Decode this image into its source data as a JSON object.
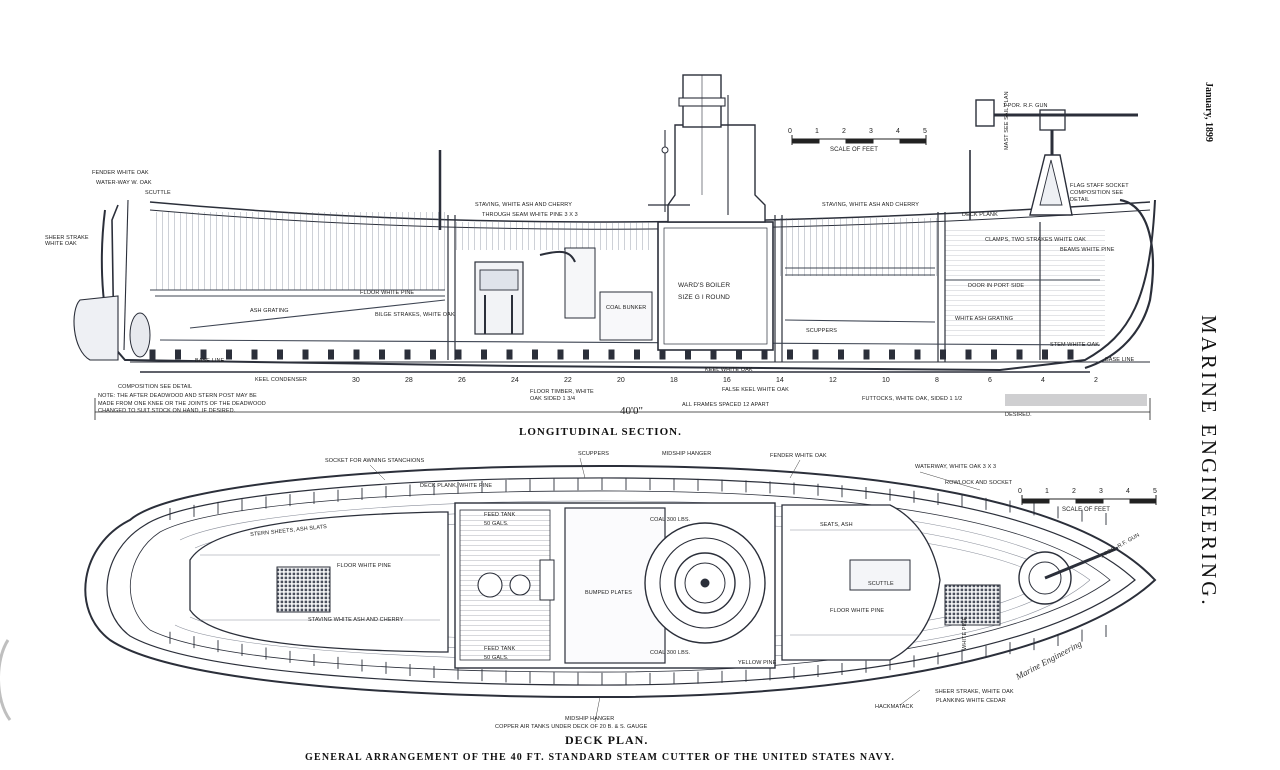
{
  "side_title": "MARINE ENGINEERING.",
  "date": "January, 1899",
  "titles": {
    "section": "LONGITUDINAL SECTION.",
    "deck": "DECK PLAN.",
    "caption": "GENERAL ARRANGEMENT OF THE 40 FT. STANDARD STEAM CUTTER OF THE UNITED STATES NAVY."
  },
  "scale_top": {
    "label": "SCALE OF FEET",
    "ticks": [
      "0",
      "1",
      "2",
      "3",
      "4",
      "5"
    ]
  },
  "scale_deck": {
    "label": "SCALE OF FEET",
    "ticks": [
      "0",
      "1",
      "2",
      "3",
      "4",
      "5"
    ]
  },
  "watermark": "Marine Engineering",
  "section_labels": {
    "fender": "FENDER WHITE OAK",
    "waterway": "WATER-WAY W. OAK",
    "scuttle_top": "SCUTTLE",
    "sheer_strake": "SHEER STRAKE WHITE OAK",
    "composition": "COMPOSITION SEE DETAIL",
    "staving_fwd": "STAVING, WHITE ASH AND CHERRY",
    "through_seam": "THROUGH SEAM WHITE PINE 3 X 3",
    "staving_aft": "STAVING, WHITE ASH AND CHERRY",
    "gun": "1 POR. R.F. GUN",
    "flag_staff": "FLAG STAFF SOCKET COMPOSITION SEE DETAIL",
    "mast": "MAST SEE SAIL PLAN",
    "boiler": "WARD'S BOILER",
    "boiler_size": "SIZE G I ROUND",
    "deck_plank": "DECK PLANK",
    "clamps": "CLAMPS, TWO STRAKES WHITE OAK",
    "beams": "BEAMS WHITE PINE",
    "floor": "FLOOR WHITE PINE",
    "bilge": "BILGE STRAKES, WHITE OAK",
    "ash_grating": "ASH GRATING",
    "keel_condenser": "KEEL CONDENSER",
    "coal_bunker": "COAL BUNKER",
    "scuppers": "SCUPPERS",
    "door": "DOOR IN PORT SIDE",
    "grating_aft": "WHITE ASH GRATING",
    "stem": "STEM WHITE OAK",
    "base_line_l": "BASE LINE",
    "base_line_r": "BASE LINE",
    "note": "NOTE: THE AFTER DEADWOOD AND STERN POST MAY BE MADE FROM ONE KNEE OR THE JOINTS OF THE DEADWOOD CHANGED TO SUIT STOCK ON HAND, IF DESIRED.",
    "floor_timber": "FLOOR TIMBER, WHITE OAK SIDED 1 3/4",
    "false_keel": "FALSE KEEL WHITE OAK",
    "frames": "ALL FRAMES SPACED 12 APART",
    "futtocks": "FUTTOCKS, WHITE OAK, SIDED 1 1/2",
    "keel": "KEEL WHITE OAK",
    "length": "40'0\"",
    "desired": "DESIRED."
  },
  "frame_numbers": [
    "30",
    "28",
    "26",
    "24",
    "22",
    "20",
    "18",
    "16",
    "14",
    "12",
    "10",
    "8",
    "6",
    "4",
    "2"
  ],
  "deck_labels": {
    "socket": "SOCKET FOR AWNING STANCHIONS",
    "scuppers": "SCUPPERS",
    "midship_hanger_top": "MIDSHIP HANGER",
    "fender": "FENDER WHITE OAK",
    "waterway": "WATERWAY, WHITE OAK 3 X 3",
    "rowlock": "ROWLOCK AND SOCKET",
    "deck_plank": "DECK PLANK, WHITE PINE",
    "stern_sheets": "STERN SHEETS, ASH SLATS",
    "floor": "FLOOR WHITE PINE",
    "staving": "STAVING WHITE ASH AND CHERRY",
    "feed_tank_top": "FEED TANK 50 GALS.",
    "feed_tank_bot": "FEED TANK 50 GALS.",
    "coal_top": "COAL 300 LBS.",
    "coal_bot": "COAL 300 LBS.",
    "bumped_plates": "BUMPED PLATES",
    "seats": "SEATS, ASH",
    "scuttle": "SCUTTLE",
    "floor_fwd": "FLOOR WHITE PINE",
    "yellow_pine": "YELLOW PINE",
    "white_pine": "WHITE PINE",
    "midship_hanger_bot": "MIDSHIP HANGER",
    "copper_tanks": "COPPER AIR TANKS UNDER DECK OF  20 B. & S. GAUGE",
    "hackmatack": "HACKMATACK",
    "sheer_strake": "SHEER STRAKE, WHITE OAK",
    "planking": "PLANKING WHITE CEDAR",
    "gun": "1 PDR. R.F. GUN"
  }
}
